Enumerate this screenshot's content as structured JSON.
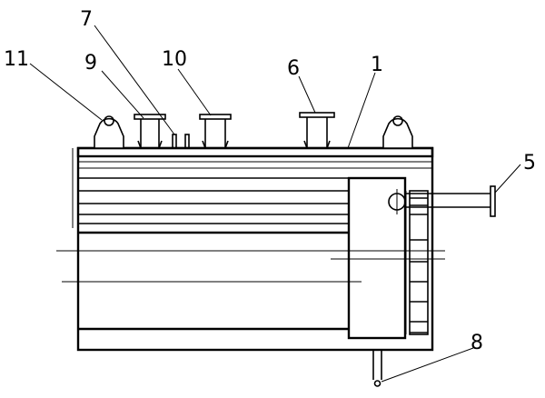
{
  "drawing": {
    "callouts": [
      {
        "id": "11",
        "label": "11"
      },
      {
        "id": "9",
        "label": "9"
      },
      {
        "id": "7",
        "label": "7"
      },
      {
        "id": "10",
        "label": "10"
      },
      {
        "id": "6",
        "label": "6"
      },
      {
        "id": "1",
        "label": "1"
      },
      {
        "id": "5",
        "label": "5"
      },
      {
        "id": "8",
        "label": "8"
      }
    ]
  }
}
